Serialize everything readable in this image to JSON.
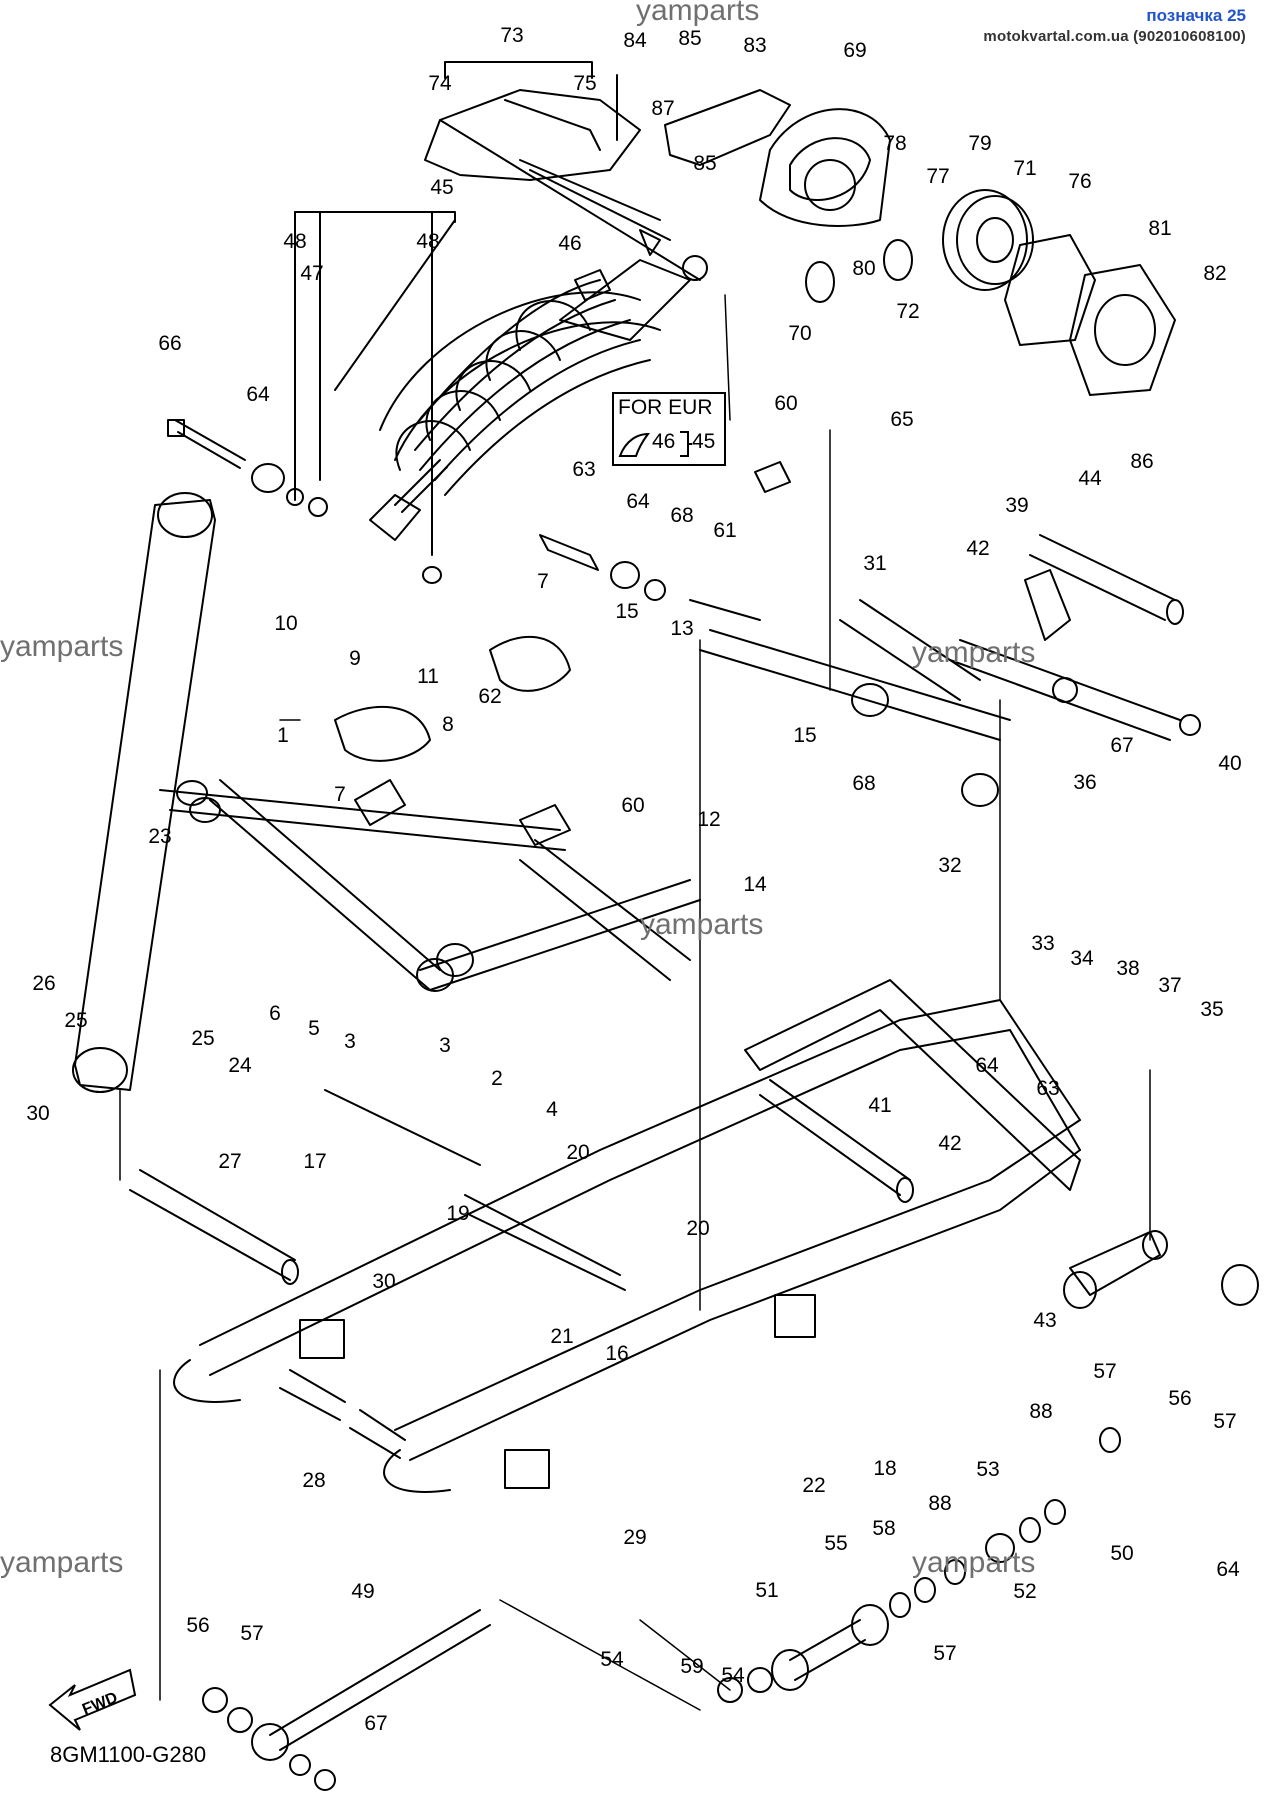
{
  "header": {
    "ref_link": "позначка 25",
    "site": "motokvartal.com.ua (902010608100)"
  },
  "watermarks": [
    "yamparts",
    "yamparts",
    "yamparts",
    "yamparts",
    "yamparts",
    "yamparts"
  ],
  "diagram_code": "8GM1100-G280",
  "for_eur": {
    "label": "FOR EUR",
    "part_a": "46",
    "part_b": "45"
  },
  "fwd_label": "FWD",
  "callouts": [
    "73",
    "74",
    "75",
    "84",
    "85",
    "83",
    "87",
    "69",
    "85",
    "78",
    "77",
    "79",
    "71",
    "76",
    "45",
    "48",
    "48",
    "47",
    "46",
    "80",
    "72",
    "70",
    "81",
    "82",
    "66",
    "64",
    "60",
    "65",
    "86",
    "44",
    "39",
    "42",
    "63",
    "64",
    "68",
    "61",
    "31",
    "7",
    "10",
    "9",
    "11",
    "15",
    "13",
    "62",
    "8",
    "15",
    "40",
    "67",
    "7",
    "36",
    "1",
    "12",
    "68",
    "23",
    "60",
    "32",
    "14",
    "26",
    "25",
    "33",
    "34",
    "38",
    "37",
    "35",
    "6",
    "5",
    "3",
    "25",
    "24",
    "3",
    "2",
    "4",
    "64",
    "63",
    "30",
    "41",
    "42",
    "17",
    "27",
    "20",
    "19",
    "20",
    "30",
    "43",
    "21",
    "16",
    "57",
    "56",
    "57",
    "88",
    "53",
    "18",
    "22",
    "28",
    "50",
    "52",
    "64",
    "88",
    "29",
    "55",
    "58",
    "51",
    "54",
    "49",
    "59",
    "54",
    "57",
    "56",
    "57",
    "67"
  ]
}
